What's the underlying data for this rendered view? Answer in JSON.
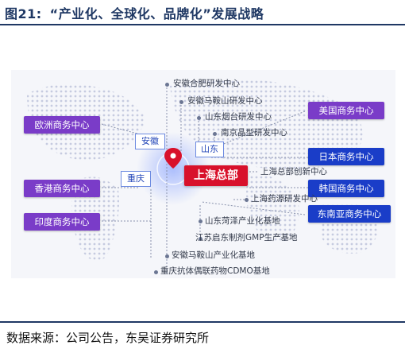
{
  "title": {
    "fig": "图21:",
    "text": "“产业化、全球化、品牌化”发展战略"
  },
  "source": "数据来源：公司公告，东吴证券研究所",
  "headquarters": "上海总部",
  "provinces": [
    "安徽",
    "山东",
    "重庆"
  ],
  "centers_left": [
    "欧洲商务中心",
    "香港商务中心",
    "印度商务中心"
  ],
  "centers_right": [
    "美国商务中心",
    "日本商务中心",
    "韩国商务中心",
    "东南亚商务中心"
  ],
  "rd_top": [
    "安徽合肥研发中心",
    "安徽马鞍山研发中心",
    "山东烟台研发中心",
    "南京晶型研发中心"
  ],
  "rd_mid": [
    "上海总部创新中心",
    "上海药源研发中心"
  ],
  "bases": [
    "山东菏泽产业化基地",
    "江苏启东制剂GMP生产基地",
    "安徽马鞍山产业化基地",
    "重庆抗体偶联药物CDMO基地"
  ],
  "colors": {
    "title": "#1f3864",
    "hq": "#d8112b",
    "center_purple": "#7a3cc8",
    "center_blue": "#1a3dc8"
  }
}
